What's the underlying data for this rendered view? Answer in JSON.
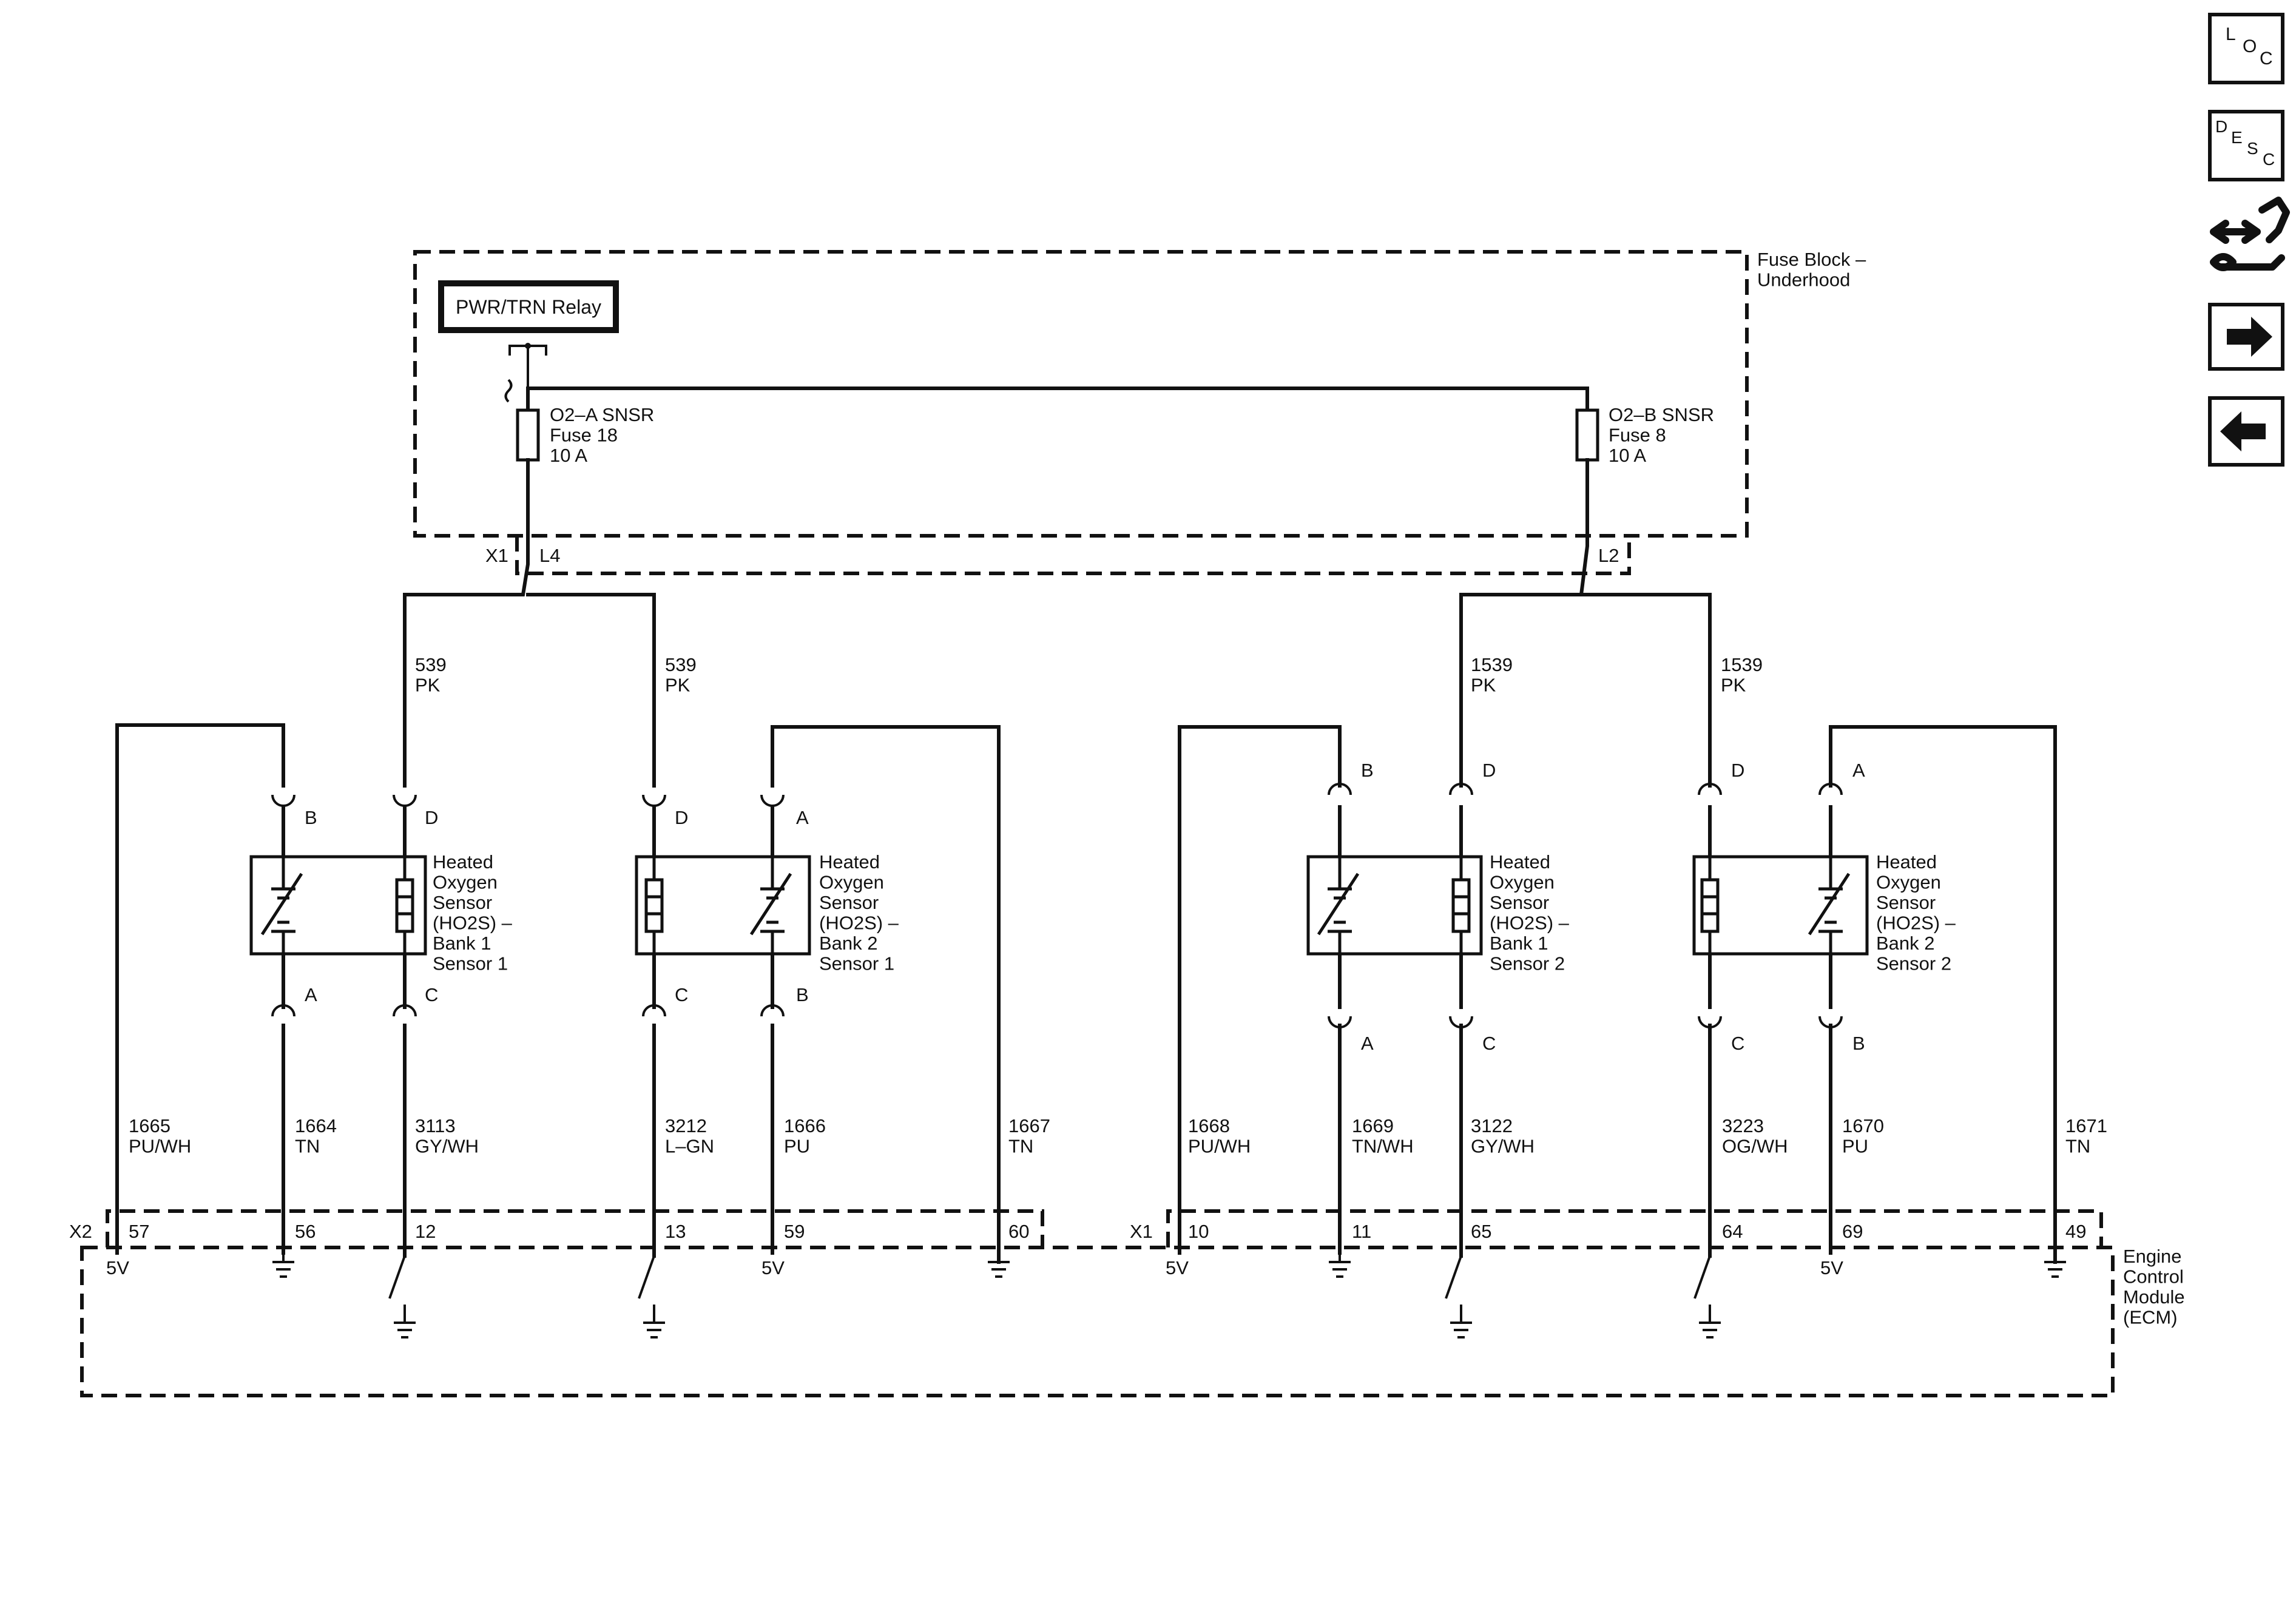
{
  "boxes": {
    "fuse_block": "Fuse Block –\nUnderhood",
    "ecm": "Engine\nControl\nModule\n(ECM)"
  },
  "relay": {
    "label": "PWR/TRN Relay"
  },
  "fuses": {
    "a": "O2–A SNSR\nFuse 18\n10 A",
    "b": "O2–B SNSR\nFuse 8\n10 A"
  },
  "connectors": {
    "x1_top": "X1",
    "l4": "L4",
    "l2": "L2",
    "x2_ecm": "X2",
    "x1_ecm": "X1"
  },
  "sensors": {
    "b1s1": "Heated\nOxygen\nSensor\n(HO2S) –\nBank 1\nSensor 1",
    "b2s1": "Heated\nOxygen\nSensor\n(HO2S) –\nBank 2\nSensor 1",
    "b1s2": "Heated\nOxygen\nSensor\n(HO2S) –\nBank 1\nSensor 2",
    "b2s2": "Heated\nOxygen\nSensor\n(HO2S) –\nBank 2\nSensor 2"
  },
  "circuits": {
    "c539a": "539\nPK",
    "c539b": "539\nPK",
    "c1539a": "1539\nPK",
    "c1539b": "1539\nPK",
    "c1665": "1665\nPU/WH",
    "c1664": "1664\nTN",
    "c3113": "3113\nGY/WH",
    "c3212": "3212\nL–GN",
    "c1666": "1666\nPU",
    "c1667": "1667\nTN",
    "c1668": "1668\nPU/WH",
    "c1669": "1669\nTN/WH",
    "c3122": "3122\nGY/WH",
    "c3223": "3223\nOG/WH",
    "c1670": "1670\nPU",
    "c1671": "1671\nTN"
  },
  "pins": {
    "s1_b": "B",
    "s1_d": "D",
    "s1_a": "A",
    "s1_c": "C",
    "s2_d": "D",
    "s2_a": "A",
    "s2_c": "C",
    "s2_b": "B",
    "s3_b": "B",
    "s3_d": "D",
    "s3_a": "A",
    "s3_c": "C",
    "s4_d": "D",
    "s4_a": "A",
    "s4_c": "C",
    "s4_b": "B"
  },
  "ecm_pins": {
    "p57": "57",
    "p56": "56",
    "p12": "12",
    "p13": "13",
    "p59": "59",
    "p60": "60",
    "p10": "10",
    "p11": "11",
    "p65": "65",
    "p64": "64",
    "p69": "69",
    "p49": "49"
  },
  "voltages": {
    "v57": "5V",
    "v59": "5V",
    "v10": "5V",
    "v69": "5V"
  },
  "side_icons": {
    "loc": "LOC",
    "desc": "DESC",
    "service": "tools-icon",
    "next": "arrow-right-icon",
    "prev": "arrow-left-icon"
  }
}
